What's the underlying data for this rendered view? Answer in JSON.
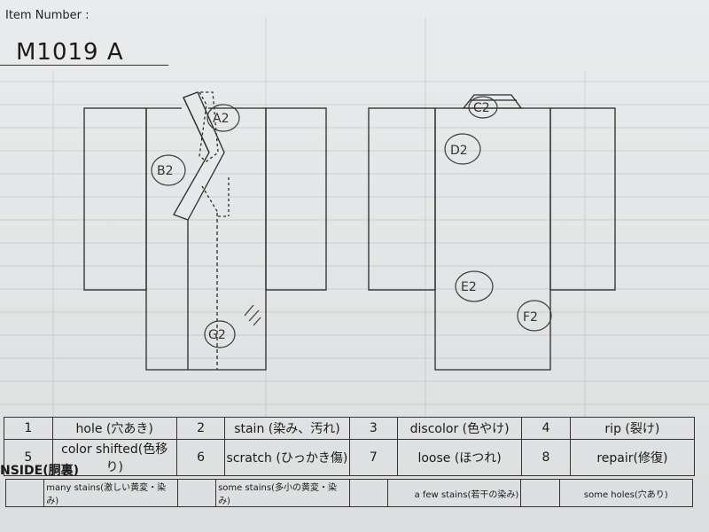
{
  "item": {
    "label": "Item Number :",
    "value": "M1019   A"
  },
  "diagram": {
    "front_marks": [
      "A2",
      "B2",
      "G2"
    ],
    "back_marks": [
      "C2",
      "D2",
      "E2",
      "F2"
    ]
  },
  "legend": {
    "row1": [
      {
        "num": "1",
        "text": "hole (穴あき)"
      },
      {
        "num": "2",
        "text": "stain (染み、汚れ)"
      },
      {
        "num": "3",
        "text": "discolor (色やけ)"
      },
      {
        "num": "4",
        "text": "rip (裂け)"
      }
    ],
    "row2": [
      {
        "num": "5",
        "text": "color shifted(色移り)"
      },
      {
        "num": "6",
        "text": "scratch (ひっかき傷)"
      },
      {
        "num": "7",
        "text": "loose (ほつれ)"
      },
      {
        "num": "8",
        "text": "repair(修復)"
      }
    ]
  },
  "inside": {
    "label": "NSIDE(胴裏)",
    "cells": [
      "many stains(激しい黄変・染み)",
      "some stains(多小の黄変・染み)",
      "a few stains(若干の染み)",
      "some holes(穴あり)"
    ]
  }
}
